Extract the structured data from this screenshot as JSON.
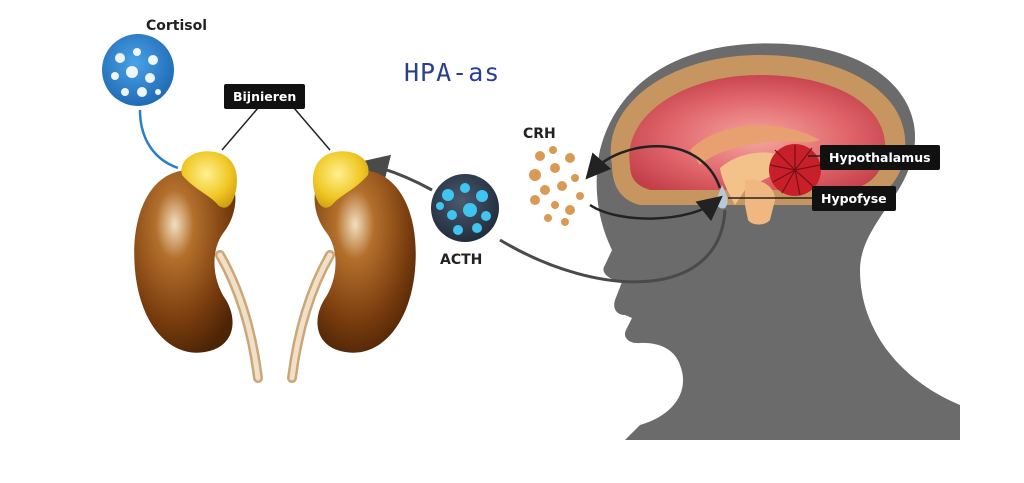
{
  "title": "HPA-as",
  "labels": {
    "cortisol": "Cortisol",
    "bijnieren": "Bijnieren",
    "crh": "CRH",
    "acth": "ACTH",
    "hypothalamus": "Hypothalamus",
    "hypofyse": "Hypofyse"
  },
  "colors": {
    "title": "#2a3f8f",
    "kidney": "#8a4a12",
    "adrenal": "#e8c020",
    "cortisol_circle": "#2a7fc8",
    "acth_circle": "#2f3e52",
    "crh_dots": "#d99a55",
    "head": "#6b6b6b",
    "brain": "#d9535a",
    "arrow": "#4a4a4a"
  }
}
